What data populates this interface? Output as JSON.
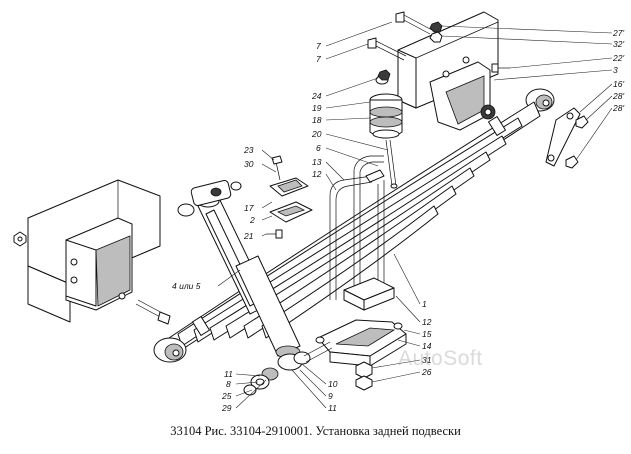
{
  "caption": "33104 Рис. 33104-2910001. Установка задней подвески",
  "watermark": "AutoSoft",
  "callouts": [
    {
      "id": "c-7a",
      "text": "7"
    },
    {
      "id": "c-7b",
      "text": "7"
    },
    {
      "id": "c-24",
      "text": "24"
    },
    {
      "id": "c-19",
      "text": "19"
    },
    {
      "id": "c-18",
      "text": "18"
    },
    {
      "id": "c-20",
      "text": "20"
    },
    {
      "id": "c-6",
      "text": "6"
    },
    {
      "id": "c-13",
      "text": "13"
    },
    {
      "id": "c-12a",
      "text": "12"
    },
    {
      "id": "c-23",
      "text": "23"
    },
    {
      "id": "c-30",
      "text": "30"
    },
    {
      "id": "c-17",
      "text": "17"
    },
    {
      "id": "c-2",
      "text": "2"
    },
    {
      "id": "c-21",
      "text": "21"
    },
    {
      "id": "c-4or5",
      "text": "4 или 5"
    },
    {
      "id": "c-27",
      "text": "27'"
    },
    {
      "id": "c-32",
      "text": "32'"
    },
    {
      "id": "c-22",
      "text": "22'"
    },
    {
      "id": "c-3",
      "text": "3"
    },
    {
      "id": "c-16",
      "text": "16'"
    },
    {
      "id": "c-28a",
      "text": "28'"
    },
    {
      "id": "c-28b",
      "text": "28'"
    },
    {
      "id": "c-1",
      "text": "1"
    },
    {
      "id": "c-12b",
      "text": "12"
    },
    {
      "id": "c-15",
      "text": "15"
    },
    {
      "id": "c-14",
      "text": "14"
    },
    {
      "id": "c-31",
      "text": "31"
    },
    {
      "id": "c-26",
      "text": "26"
    },
    {
      "id": "c-11a",
      "text": "11"
    },
    {
      "id": "c-8",
      "text": "8"
    },
    {
      "id": "c-25",
      "text": "25"
    },
    {
      "id": "c-29",
      "text": "29"
    },
    {
      "id": "c-10",
      "text": "10"
    },
    {
      "id": "c-9",
      "text": "9"
    },
    {
      "id": "c-11b",
      "text": "11"
    }
  ]
}
